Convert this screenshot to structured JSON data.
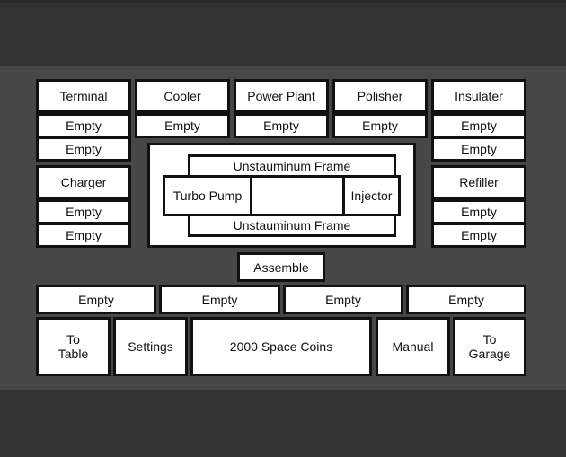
{
  "parts_top": [
    {
      "label": "Terminal",
      "slot": "Empty"
    },
    {
      "label": "Cooler",
      "slot": "Empty"
    },
    {
      "label": "Power Plant",
      "slot": "Empty"
    },
    {
      "label": "Polisher",
      "slot": "Empty"
    },
    {
      "label": "Insulater",
      "slot": "Empty"
    }
  ],
  "left_column": {
    "slot_1": "Empty",
    "charger": "Charger",
    "slot_2": "Empty",
    "slot_3": "Empty"
  },
  "right_column": {
    "slot_1": "Empty",
    "refiller": "Refiller",
    "slot_2": "Empty",
    "slot_3": "Empty"
  },
  "assembly": {
    "frame_top": "Unstauminum Frame",
    "left_part": "Turbo Pump",
    "center_part": "",
    "right_part": "Injector",
    "frame_bottom": "Unstauminum Frame"
  },
  "assemble_label": "Assemble",
  "inventory_slots": [
    "Empty",
    "Empty",
    "Empty",
    "Empty"
  ],
  "footer": {
    "to_table": "To\nTable",
    "settings": "Settings",
    "coins": "2000 Space Coins",
    "manual": "Manual",
    "to_garage": "To\nGarage"
  }
}
